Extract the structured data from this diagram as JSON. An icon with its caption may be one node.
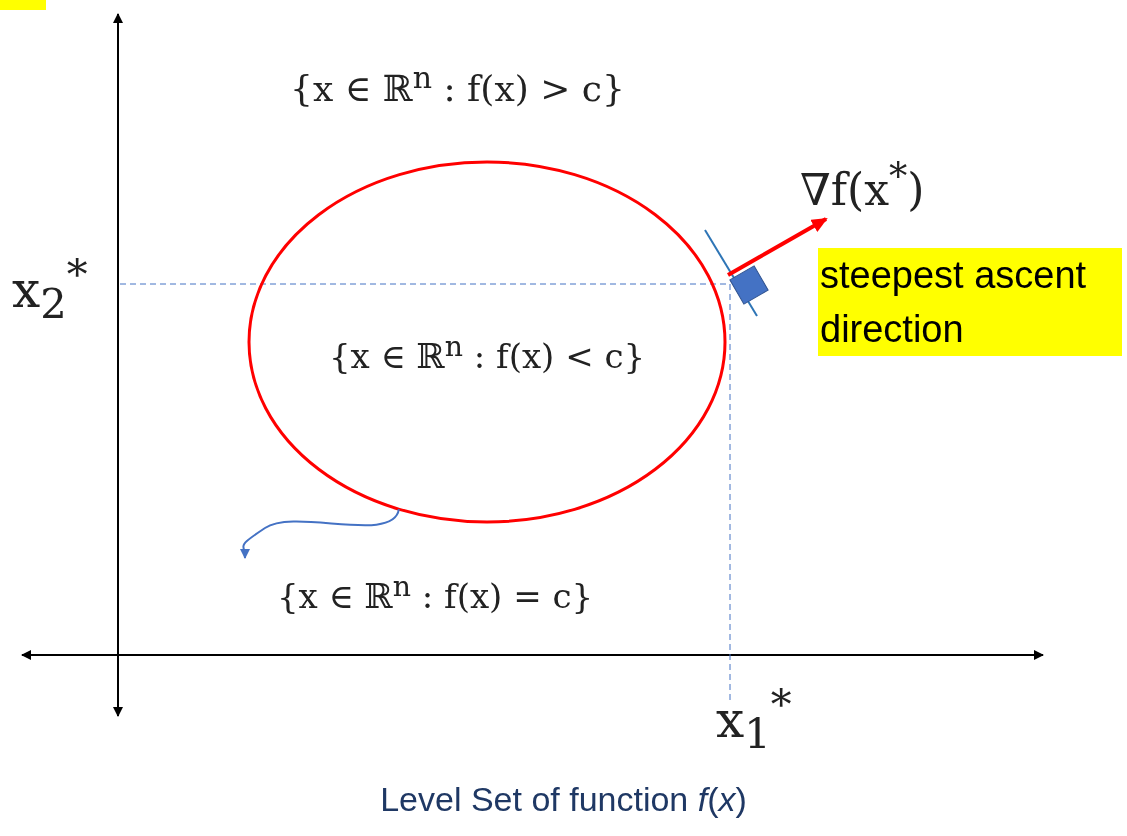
{
  "diagram": {
    "caption": "Level Set of function *f*(*x*)",
    "nodes": [
      {
        "text": [
          "{x ∈ ℝ$^{n}$ : f(x) < c}"
        ]
      },
      {
        "text": [
          "{x ∈ ℝ$^{n}$ : f(x) = c}"
        ]
      }
    ],
    "edges": [
      {
        "from": 0,
        "to": 1,
        "arrow": "to",
        "color": "#4472c4"
      }
    ],
    "labels": [
      "{x ∈ ℝ$^{n}$ : f(x) > c}",
      "∇f(x$^{*}$)",
      "x$_{2}$$^{*}$",
      "steepest ascent direction",
      "x$_{1}$$^{*}$"
    ]
  }
}
